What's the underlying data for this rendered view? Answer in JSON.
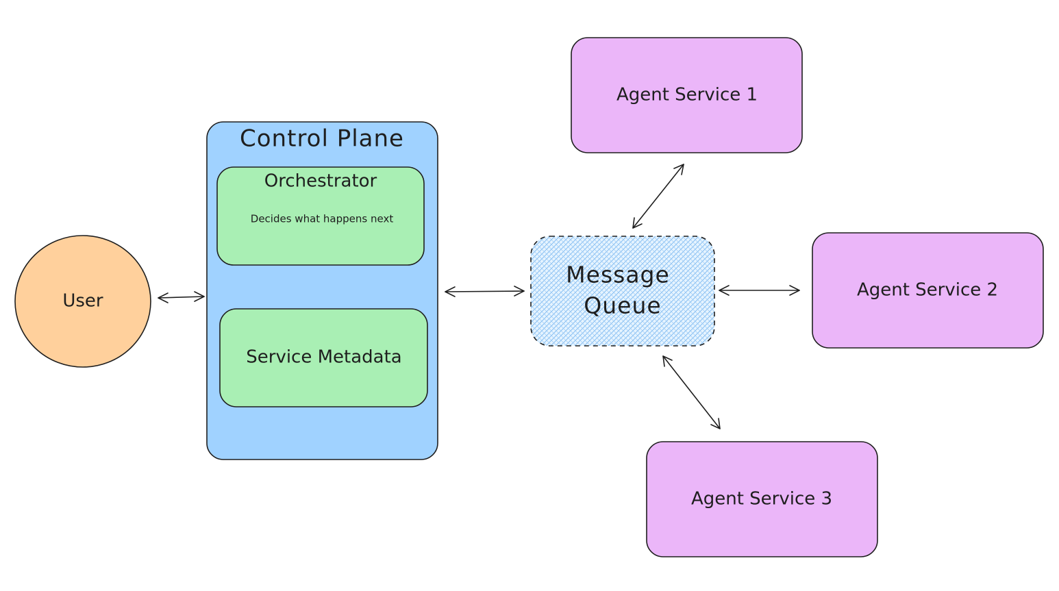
{
  "nodes": {
    "user": {
      "label": "User",
      "color": "#ffd09c"
    },
    "control_plane": {
      "label": "Control Plane",
      "color": "#a0d2ff"
    },
    "orchestrator": {
      "label": "Orchestrator",
      "description": "Decides what happens next",
      "color": "#a9efb4"
    },
    "service_metadata": {
      "label": "Service Metadata",
      "color": "#a9efb4"
    },
    "message_queue": {
      "label_line1": "Message",
      "label_line2": "Queue",
      "color": "#a5d8ff"
    },
    "agent_service_1": {
      "label": "Agent Service 1",
      "color": "#ebb6f9"
    },
    "agent_service_2": {
      "label": "Agent Service 2",
      "color": "#ebb6f9"
    },
    "agent_service_3": {
      "label": "Agent Service 3",
      "color": "#ebb6f9"
    }
  },
  "edges": [
    {
      "from": "User",
      "to": "Control Plane",
      "direction": "bidirectional"
    },
    {
      "from": "Control Plane",
      "to": "Message Queue",
      "direction": "bidirectional"
    },
    {
      "from": "Message Queue",
      "to": "Agent Service 1",
      "direction": "bidirectional"
    },
    {
      "from": "Message Queue",
      "to": "Agent Service 2",
      "direction": "bidirectional"
    },
    {
      "from": "Message Queue",
      "to": "Agent Service 3",
      "direction": "bidirectional"
    }
  ]
}
